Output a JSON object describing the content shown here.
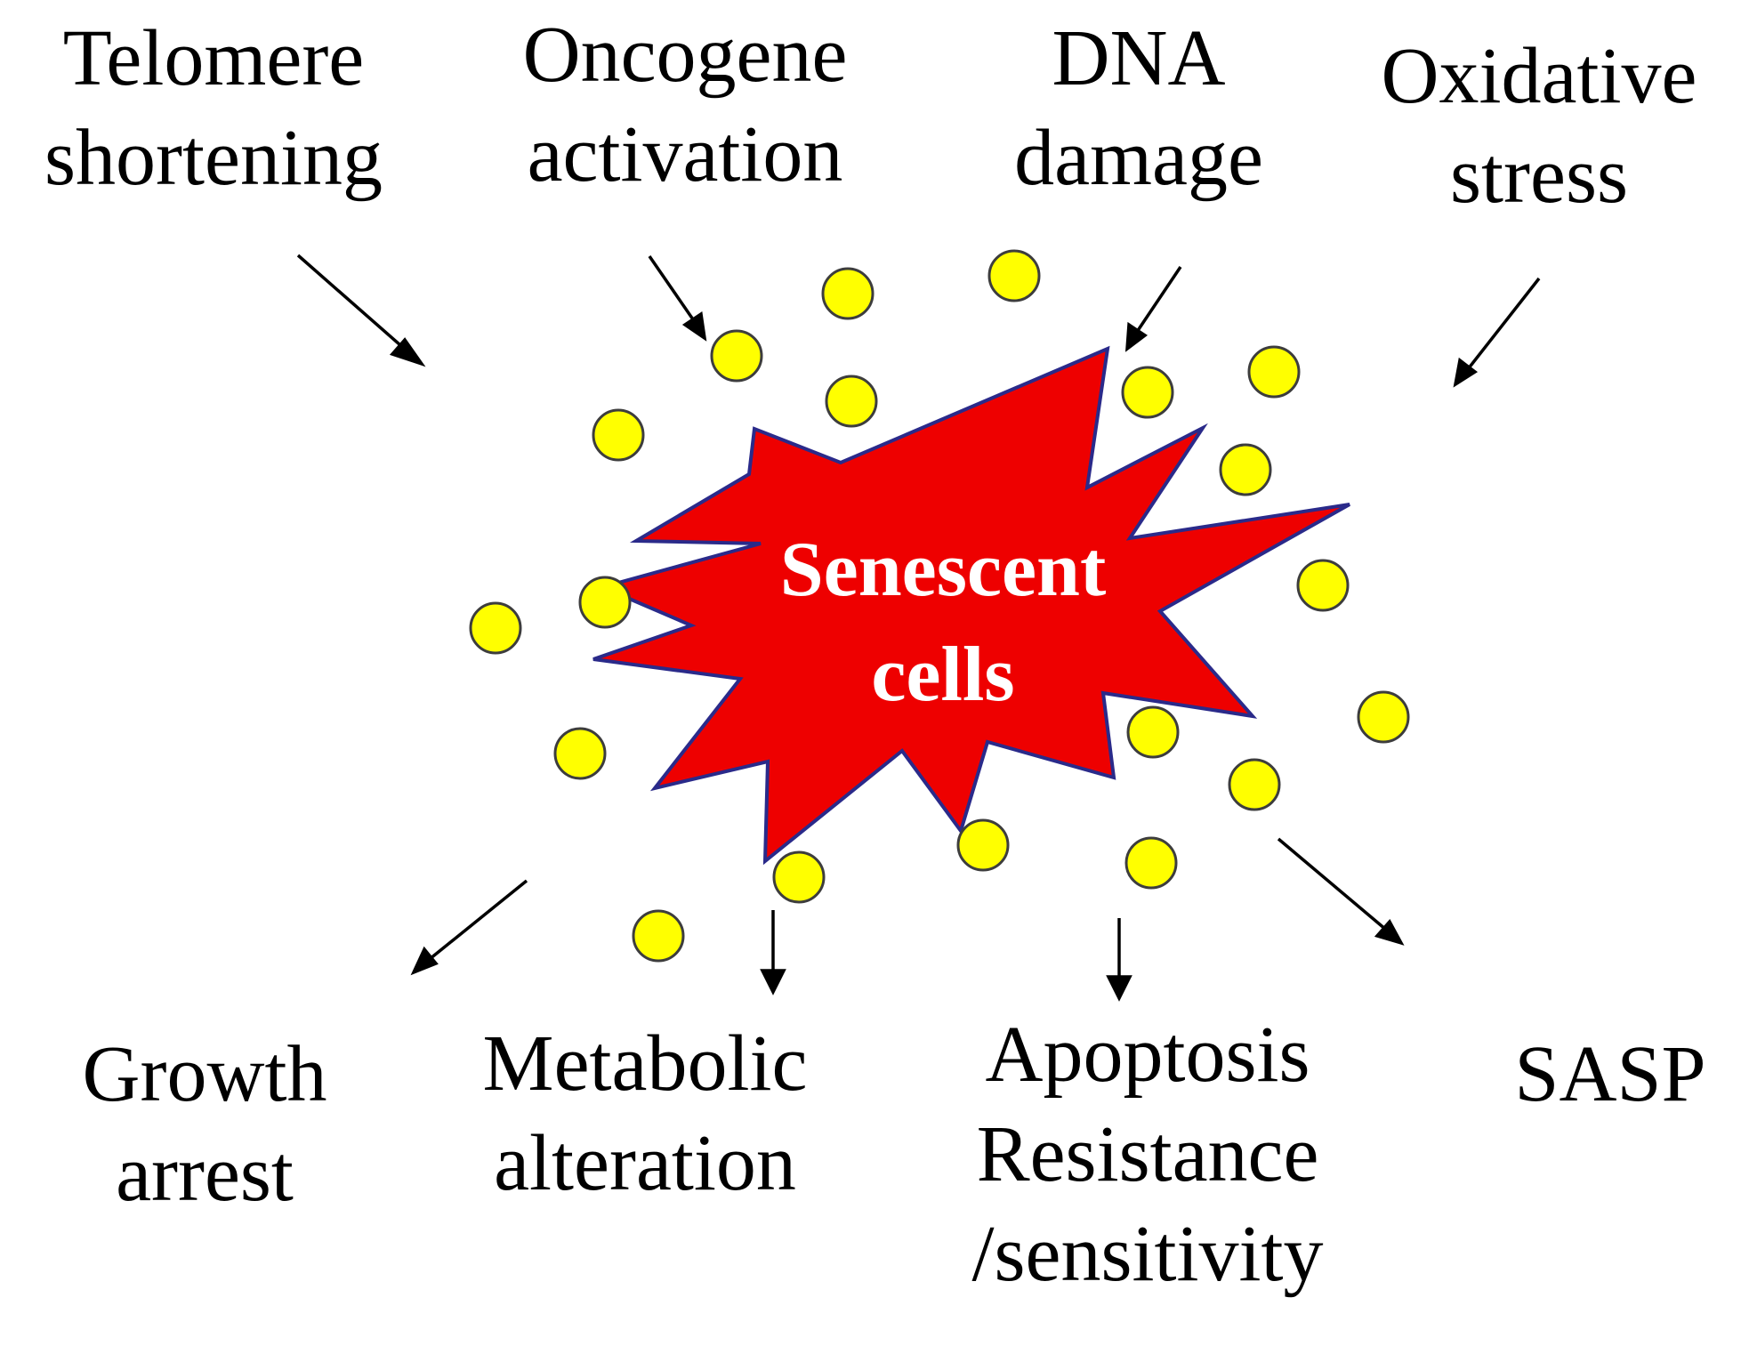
{
  "colors": {
    "burst_fill": "#ee0000",
    "burst_stroke": "#2a2a8a",
    "dot_fill": "#ffff00",
    "dot_stroke": "#3d3d3d",
    "arrow": "#000000",
    "text": "#000000",
    "center_text": "#ffffff"
  },
  "center": {
    "line1": "Senescent",
    "line2": "cells"
  },
  "inducers": [
    {
      "line1": "Telomere",
      "line2": "shortening"
    },
    {
      "line1": "Oncogene",
      "line2": "activation"
    },
    {
      "line1": "DNA",
      "line2": "damage"
    },
    {
      "line1": "Oxidative",
      "line2": "stress"
    }
  ],
  "outcomes": [
    {
      "line1": "Growth",
      "line2": "arrest"
    },
    {
      "line1": "Metabolic",
      "line2": "alteration"
    },
    {
      "line1": "Apoptosis",
      "line2": "Resistance",
      "line3": "/sensitivity"
    },
    {
      "line1": "SASP"
    }
  ]
}
